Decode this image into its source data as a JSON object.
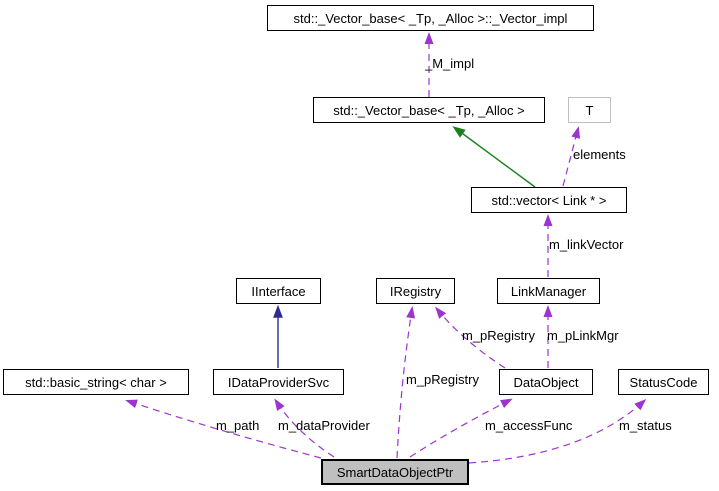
{
  "nodes": [
    {
      "label": "std::_Vector_base< _Tp, _Alloc >::_Vector_impl"
    },
    {
      "label": "std::_Vector_base< _Tp, _Alloc >"
    },
    {
      "label": "T"
    },
    {
      "label": "std::vector< Link * >"
    },
    {
      "label": "IInterface"
    },
    {
      "label": "IRegistry"
    },
    {
      "label": "LinkManager"
    },
    {
      "label": "std::basic_string< char >"
    },
    {
      "label": "IDataProviderSvc"
    },
    {
      "label": "DataObject"
    },
    {
      "label": "StatusCode"
    },
    {
      "label": "SmartDataObjectPtr"
    }
  ],
  "edge_labels": [
    {
      "label": "_M_impl"
    },
    {
      "label": "elements"
    },
    {
      "label": "m_linkVector"
    },
    {
      "label": "m_pRegistry"
    },
    {
      "label": "m_pLinkMgr"
    },
    {
      "label": "m_pRegistry"
    },
    {
      "label": "m_path"
    },
    {
      "label": "m_dataProvider"
    },
    {
      "label": "m_accessFunc"
    },
    {
      "label": "m_status"
    }
  ],
  "colors": {
    "usage_arrow": "#9c35ce",
    "public_inheritance_arrow": "#2c2c94",
    "private_inheritance_arrow": "#1b801b",
    "current_node_fill": "#bfbfbf",
    "node_border": "#000000",
    "template_node_border": "#bfbfbf"
  }
}
